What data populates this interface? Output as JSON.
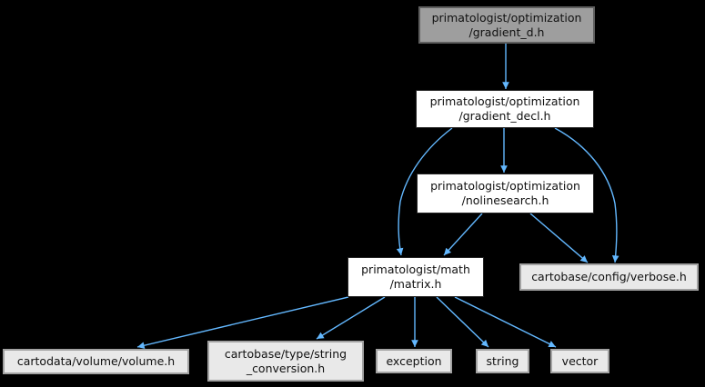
{
  "graph": {
    "type": "include-dependency-graph",
    "colors": {
      "background": "#000000",
      "edge": "#63b8ff",
      "main_node_fill": "#9e9e9e",
      "main_node_border": "#5f5f5f",
      "internal_node_fill": "#ffffff",
      "internal_node_border": "#242424",
      "external_node_fill": "#e9e9e9",
      "external_node_border": "#a2a2a2",
      "text": "#101010"
    },
    "nodes": [
      {
        "id": "gradient_d",
        "label": "primatologist/optimization\n/gradient_d.h",
        "type": "main"
      },
      {
        "id": "gradient_decl",
        "label": "primatologist/optimization\n/gradient_decl.h",
        "type": "internal"
      },
      {
        "id": "nolinesearch",
        "label": "primatologist/optimization\n/nolinesearch.h",
        "type": "internal"
      },
      {
        "id": "matrix",
        "label": "primatologist/math\n/matrix.h",
        "type": "internal"
      },
      {
        "id": "verbose",
        "label": "cartobase/config/verbose.h",
        "type": "external"
      },
      {
        "id": "volume",
        "label": "cartodata/volume/volume.h",
        "type": "external"
      },
      {
        "id": "string_conversion",
        "label": "cartobase/type/string\n_conversion.h",
        "type": "external"
      },
      {
        "id": "exception",
        "label": "exception",
        "type": "external"
      },
      {
        "id": "string",
        "label": "string",
        "type": "external"
      },
      {
        "id": "vector",
        "label": "vector",
        "type": "external"
      }
    ],
    "edges": [
      {
        "from": "gradient_d",
        "to": "gradient_decl"
      },
      {
        "from": "gradient_decl",
        "to": "nolinesearch"
      },
      {
        "from": "gradient_decl",
        "to": "matrix"
      },
      {
        "from": "gradient_decl",
        "to": "verbose"
      },
      {
        "from": "nolinesearch",
        "to": "matrix"
      },
      {
        "from": "nolinesearch",
        "to": "verbose"
      },
      {
        "from": "matrix",
        "to": "volume"
      },
      {
        "from": "matrix",
        "to": "string_conversion"
      },
      {
        "from": "matrix",
        "to": "exception"
      },
      {
        "from": "matrix",
        "to": "string"
      },
      {
        "from": "matrix",
        "to": "vector"
      }
    ]
  }
}
